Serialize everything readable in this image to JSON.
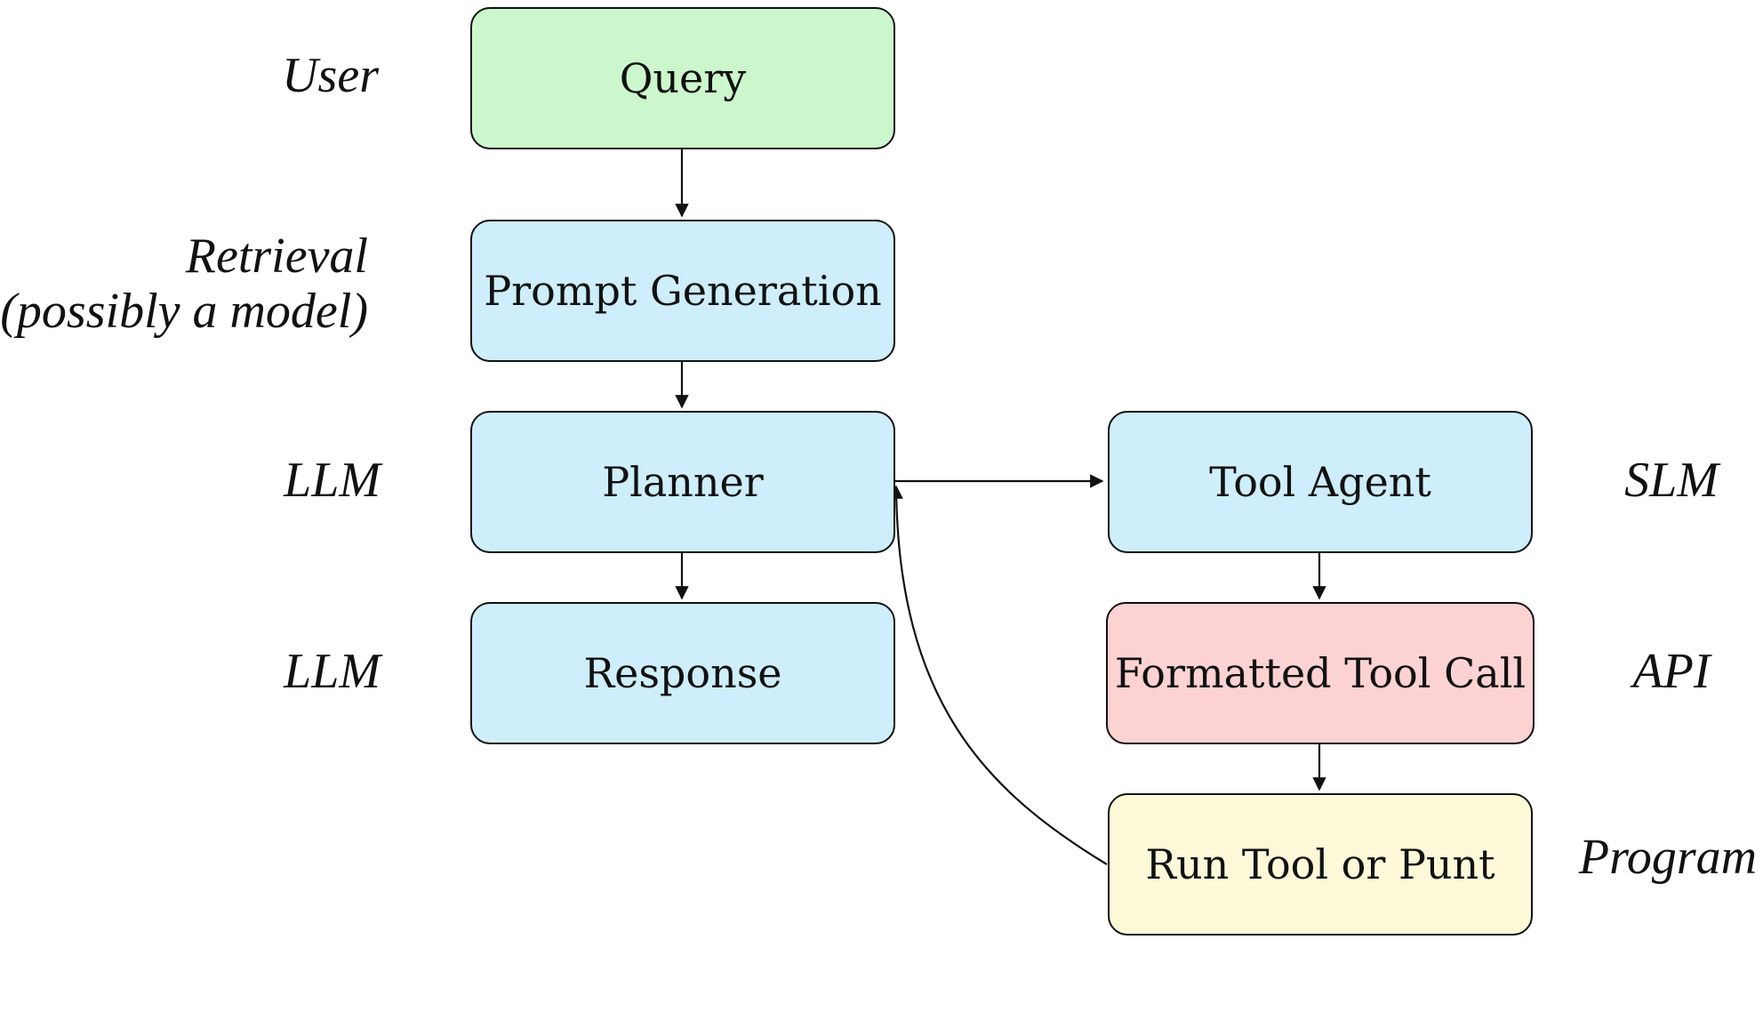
{
  "colors": {
    "query_fill": "#ccf7cc",
    "blue_fill": "#cdeefa",
    "api_fill": "#fdd2d2",
    "program_fill": "#fdf8d8",
    "stroke": "#111111"
  },
  "boxes": {
    "query": "Query",
    "prompt_generation": "Prompt Generation",
    "planner": "Planner",
    "response": "Response",
    "tool_agent": "Tool Agent",
    "formatted_tool_call": "Formatted Tool Call",
    "run_tool": "Run Tool or Punt"
  },
  "labels": {
    "user": "User",
    "retrieval_line1": "Retrieval",
    "retrieval_line2": "(possibly a model)",
    "llm_planner": "LLM",
    "llm_response": "LLM",
    "slm": "SLM",
    "api": "API",
    "program": "Program"
  }
}
